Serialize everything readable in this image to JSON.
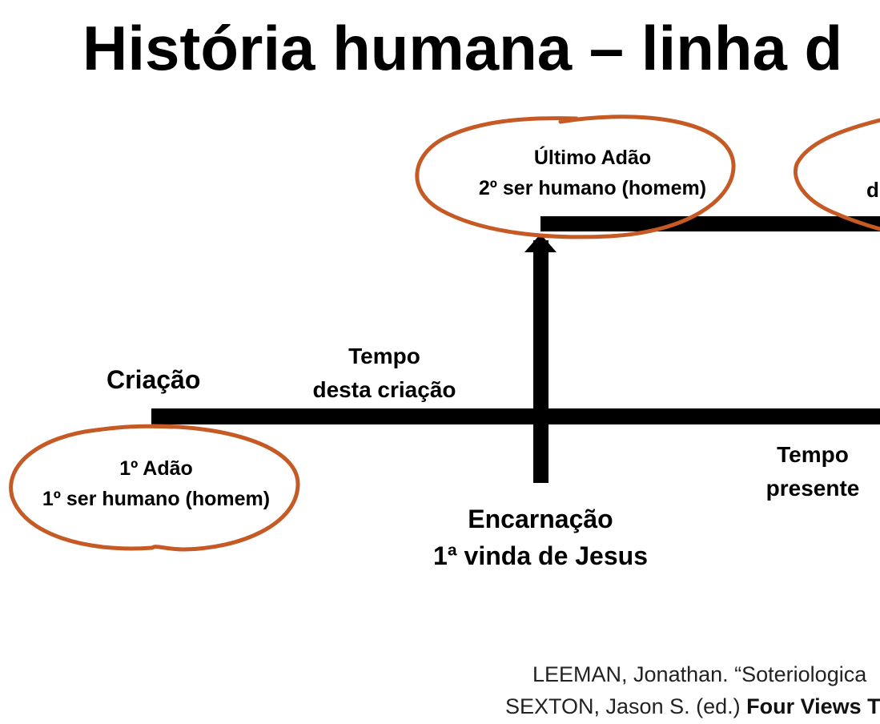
{
  "title": "História humana – linha d",
  "labels": {
    "creation": "Criação",
    "time_this_creation": [
      "Tempo",
      "desta criação"
    ],
    "present_time": [
      "Tempo",
      "presente"
    ],
    "incarnation": [
      "Encarnação",
      "1ª vinda de Jesus"
    ],
    "last_adam": [
      "Último Adão",
      "2º ser humano (homem)"
    ],
    "first_adam": [
      "1º Adão",
      "1º ser humano (homem)"
    ],
    "partial_right_circle": "d"
  },
  "citation": {
    "line1": "LEEMAN, Jonathan. “Soteriologica",
    "line2_normal": "SEXTON, Jason S. (ed.) ",
    "line2_bold": "Four Views T"
  },
  "colors": {
    "timeline": "#000000",
    "circle_outline": "#c55a25",
    "text": "#000000"
  }
}
